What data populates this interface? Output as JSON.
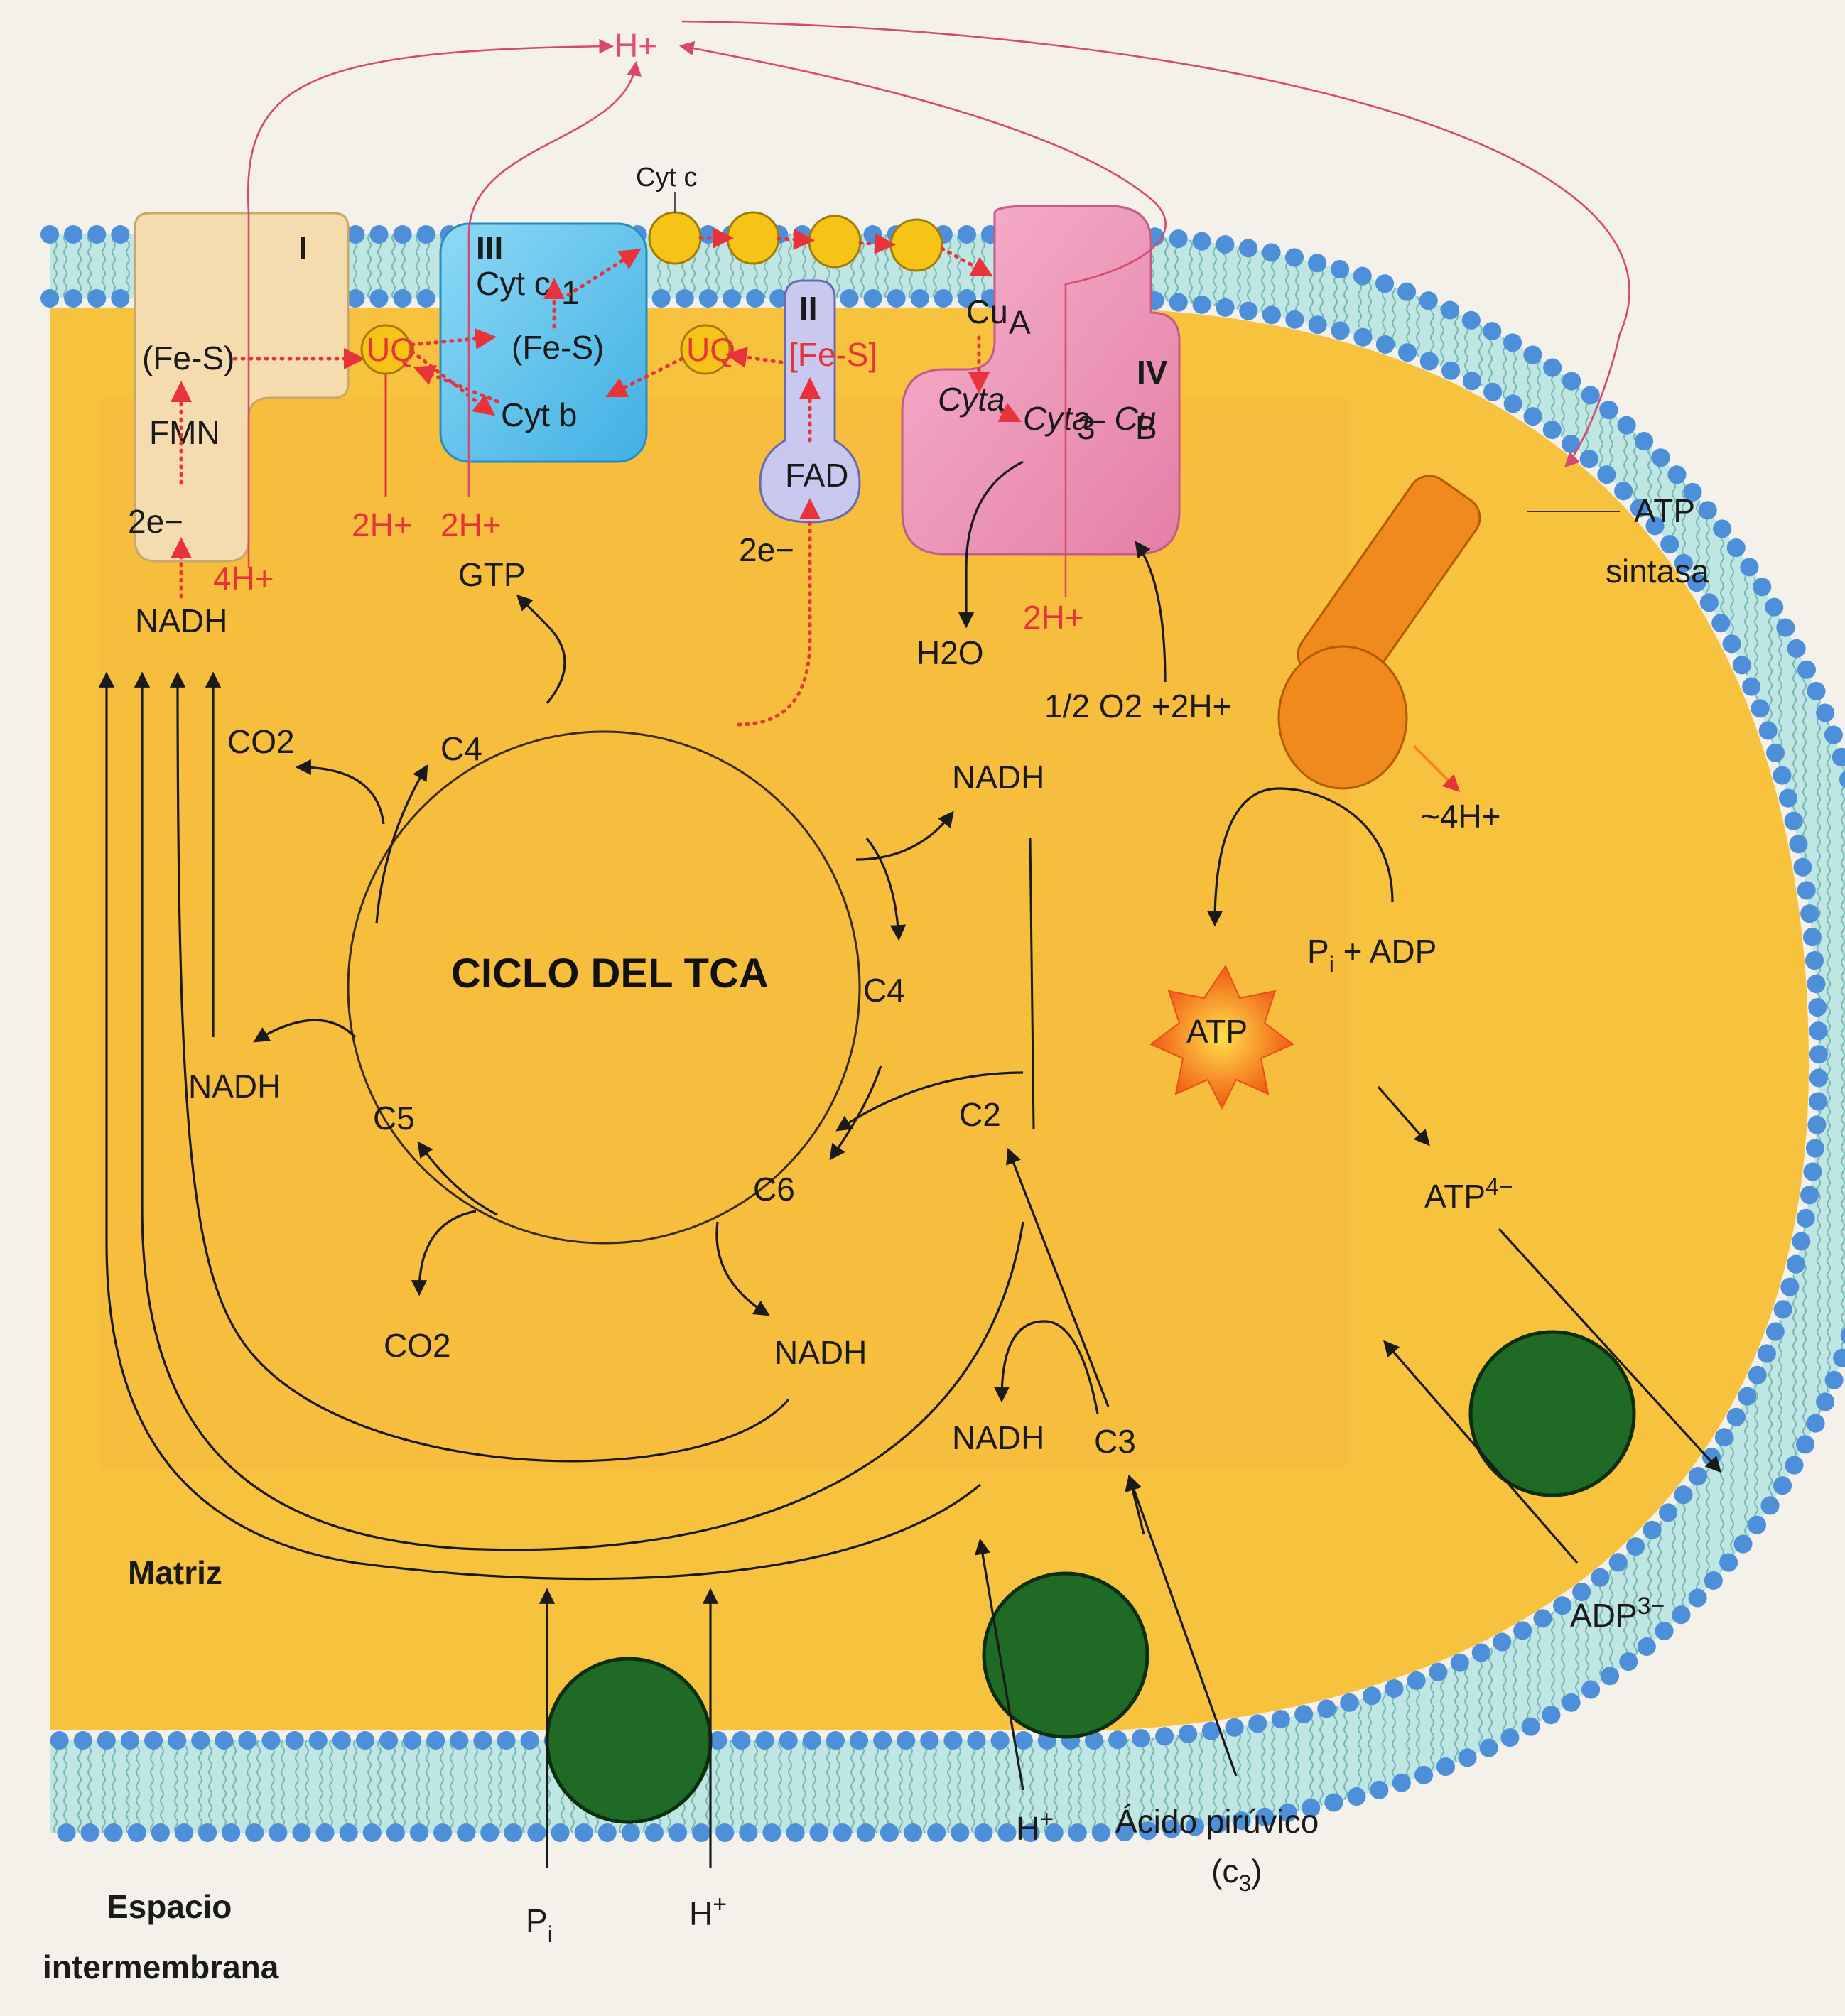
{
  "regions": {
    "matrix": "Matriz",
    "intermembrane_line1": "Espacio",
    "intermembrane_line2": "intermembrana"
  },
  "cycle": {
    "title": "CICLO DEL TCA",
    "c4_top": "C4",
    "c4_right": "C4",
    "c5": "C5",
    "c6": "C6",
    "c2": "C2",
    "c3": "C3",
    "gtp": "GTP",
    "co2_top": "CO2",
    "co2_bottom": "CO2",
    "nadh_left": "NADH",
    "nadh_right_top": "NADH",
    "nadh_bottom": "NADH",
    "nadh_c3": "NADH"
  },
  "complexes": {
    "c1_label": "I",
    "c1_fes": "(Fe-S)",
    "c1_fmn": "FMN",
    "c1_2e": "2e−",
    "c1_4h": "4H+",
    "c1_nadh": "NADH",
    "uq1": "UQ",
    "uq2": "UQ",
    "uq_2h": "2H+",
    "c3_label": "III",
    "c3_cytc1": "Cyt c",
    "c3_cytc1_sub": "1",
    "c3_fes": "(Fe-S)",
    "c3_cytb": "Cyt b",
    "c3_2h": "2H+",
    "cytc": "Cyt c",
    "c2_label": "II",
    "c2_fes": "[Fe-S]",
    "c2_fad": "FAD",
    "c2_2e": "2e−",
    "c4_label": "IV",
    "c4_cua": "Cu",
    "c4_cua_sub": "A",
    "c4_cyta": "Cyta",
    "c4_cyta3": "Cyta",
    "c4_cyta3_sub": "3",
    "c4_cub": "– Cu",
    "c4_cub_sub": "B",
    "c4_2h": "2H+",
    "h2o": "H2O",
    "o2": "1/2 O2 +2H+",
    "hplus_top": "H+"
  },
  "atp_synthase": {
    "label_line1": "ATP",
    "label_line2": "sintasa",
    "h4": "~4H+",
    "pi_adp": "P",
    "pi_sub": "i",
    "pi_adp_rest": " + ADP",
    "atp": "ATP",
    "atp4": "ATP",
    "atp4_sup": "4−",
    "adp3": "ADP",
    "adp3_sup": "3−"
  },
  "transporters": {
    "pi": "P",
    "pi_sub": "i",
    "hplus_bottom": "H",
    "hplus_sup": "+",
    "hplus_pyr": "H",
    "hplus_pyr_sup": "+",
    "pyruvic_line1": "Ácido pirúvico",
    "pyruvic_line2": "(c",
    "pyruvic_sub": "3",
    "pyruvic_close": ")"
  },
  "colors": {
    "matrix": "#f7c23e",
    "membrane_head": "#4d8fd8",
    "membrane_core": "#bfe6e3",
    "complex1": "#f4dcae",
    "complex3": "#5fc3ee",
    "complex2": "#c9c9ef",
    "complex4": "#f29bbd",
    "atp_synthase": "#f08a1c",
    "transporter": "#1f6b25",
    "electron_path": "#e8333b",
    "proton_path": "#d84a6c"
  }
}
